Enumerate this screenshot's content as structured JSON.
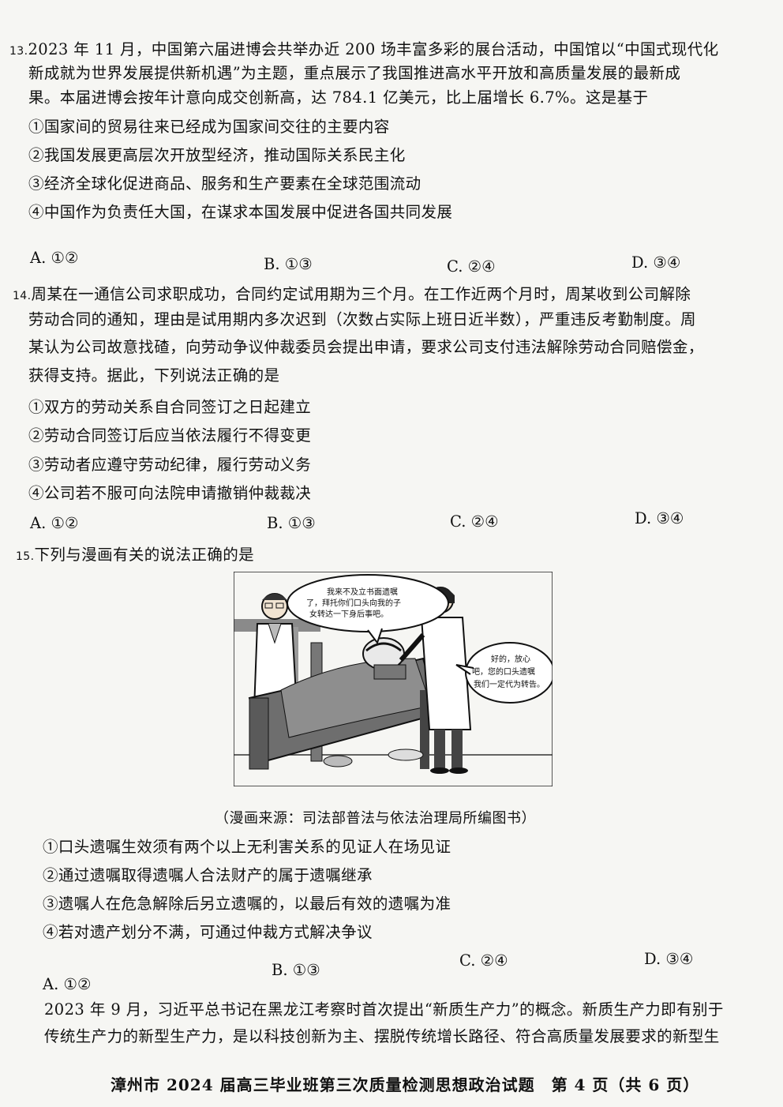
{
  "q13": {
    "number": "13.",
    "stem": [
      "2023 年 11 月，中国第六届进博会共举办近 200 场丰富多彩的展台活动，中国馆以“中国式现代化",
      "新成就为世界发展提供新机遇”为主题，重点展示了我国推进高水平开放和高质量发展的最新成",
      "果。本届进博会按年计意向成交创新高，达 784.1 亿美元，比上届增长 6.7%。这是基于"
    ],
    "statements": [
      "①国家间的贸易往来已经成为国家间交往的主要内容",
      "②我国发展更高层次开放型经济，推动国际关系民主化",
      "③经济全球化促进商品、服务和生产要素在全球范围流动",
      "④中国作为负责任大国，在谋求本国发展中促进各国共同发展"
    ],
    "options": [
      "A. ①②",
      "B. ①③",
      "C. ②④",
      "D. ③④"
    ]
  },
  "q14": {
    "number": "14.",
    "stem": [
      "周某在一通信公司求职成功，合同约定试用期为三个月。在工作近两个月时，周某收到公司解除",
      "劳动合同的通知，理由是试用期内多次迟到（次数占实际上班日近半数），严重违反考勤制度。周",
      "某认为公司故意找碴，向劳动争议仲裁委员会提出申请，要求公司支付违法解除劳动合同赔偿金，",
      "获得支持。据此，下列说法正确的是"
    ],
    "statements": [
      "①双方的劳动关系自合同签订之日起建立",
      "②劳动合同签订后应当依法履行不得变更",
      "③劳动者应遵守劳动纪律，履行劳动义务",
      "④公司若不服可向法院申请撤销仲裁裁决"
    ],
    "options": [
      "A. ①②",
      "B. ①③",
      "C. ②④",
      "D. ③④"
    ]
  },
  "q15": {
    "number": "15.",
    "stem": "下列与漫画有关的说法正确的是",
    "cartoon": {
      "bubble_patient": [
        "我来不及立书面遗嘱",
        "了，拜托你们口头向我的子",
        "女转达一下身后事吧。"
      ],
      "bubble_doctor": [
        "好的，放心",
        "吧，您的口头遗嘱",
        "我们一定代为转告。"
      ]
    },
    "caption": "（漫画来源：司法部普法与依法治理局所编图书）",
    "statements": [
      "①口头遗嘱生效须有两个以上无利害关系的见证人在场见证",
      "②通过遗嘱取得遗嘱人合法财产的属于遗嘱继承",
      "③遗嘱人在危急解除后另立遗嘱的，以最后有效的遗嘱为准",
      "④若对遗产划分不满，可通过仲裁方式解决争议"
    ],
    "options": [
      "A. ①②",
      "B. ①③",
      "C. ②④",
      "D. ③④"
    ]
  },
  "q16": {
    "stem": [
      "2023 年 9 月，习近平总书记在黑龙江考察时首次提出“新质生产力”的概念。新质生产力即有别于",
      "传统生产力的新型生产力，是以科技创新为主、摆脱传统增长路径、符合高质量发展要求的新型生"
    ]
  },
  "footer": "漳州市 2024 届高三毕业班第三次质量检测思想政治试题　第 4 页（共 6 页）"
}
